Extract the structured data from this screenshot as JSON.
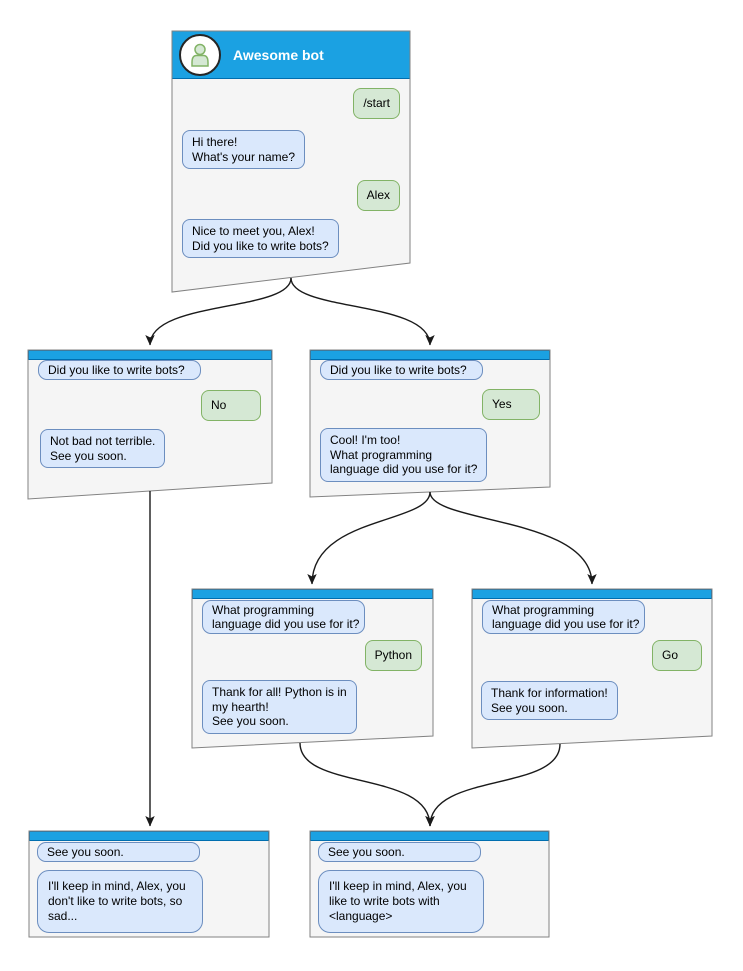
{
  "diagram": {
    "bot_name": "Awesome bot",
    "colors": {
      "header_fill": "#1ba1e2",
      "header_border": "#006eaf",
      "window_fill": "#f5f5f5",
      "window_border": "#828282",
      "bot_bubble_fill": "#dae8fc",
      "bot_bubble_border": "#6c8ebf",
      "user_bubble_fill": "#d5e8d4",
      "user_bubble_border": "#82b366",
      "connector": "#1a1a1a"
    },
    "windows": [
      {
        "id": "start",
        "title": "Awesome bot",
        "messages": [
          {
            "from": "user",
            "text": "/start"
          },
          {
            "from": "bot",
            "text": "Hi there!\nWhat's your name?"
          },
          {
            "from": "user",
            "text": "Alex"
          },
          {
            "from": "bot",
            "text": "Nice to meet you, Alex!\nDid you like to write bots?"
          }
        ]
      },
      {
        "id": "branch-no",
        "messages": [
          {
            "from": "bot",
            "text": "Did you like to write bots?"
          },
          {
            "from": "user",
            "text": "No"
          },
          {
            "from": "bot",
            "text": "Not bad not terrible.\nSee you soon."
          }
        ]
      },
      {
        "id": "branch-yes",
        "messages": [
          {
            "from": "bot",
            "text": "Did you like to write bots?"
          },
          {
            "from": "user",
            "text": "Yes"
          },
          {
            "from": "bot",
            "text": "Cool! I'm too!\nWhat programming\nlanguage did you use for it?"
          }
        ]
      },
      {
        "id": "branch-python",
        "messages": [
          {
            "from": "bot",
            "text": "What programming\nlanguage did you use for it?"
          },
          {
            "from": "user",
            "text": "Python"
          },
          {
            "from": "bot",
            "text": "Thank for all! Python is in\nmy hearth!\nSee you soon."
          }
        ]
      },
      {
        "id": "branch-go",
        "messages": [
          {
            "from": "bot",
            "text": "What programming\nlanguage did you use for it?"
          },
          {
            "from": "user",
            "text": "Go"
          },
          {
            "from": "bot",
            "text": "Thank for information!\nSee you soon."
          }
        ]
      },
      {
        "id": "end-no",
        "messages": [
          {
            "from": "bot",
            "text": "See you soon."
          },
          {
            "from": "bot",
            "text": "I'll keep in mind, Alex, you\ndon't like to write bots, so\nsad..."
          }
        ]
      },
      {
        "id": "end-yes",
        "messages": [
          {
            "from": "bot",
            "text": "See you soon."
          },
          {
            "from": "bot",
            "text": "I'll keep in mind, Alex, you\nlike to write bots with\n<language>"
          }
        ]
      }
    ]
  }
}
